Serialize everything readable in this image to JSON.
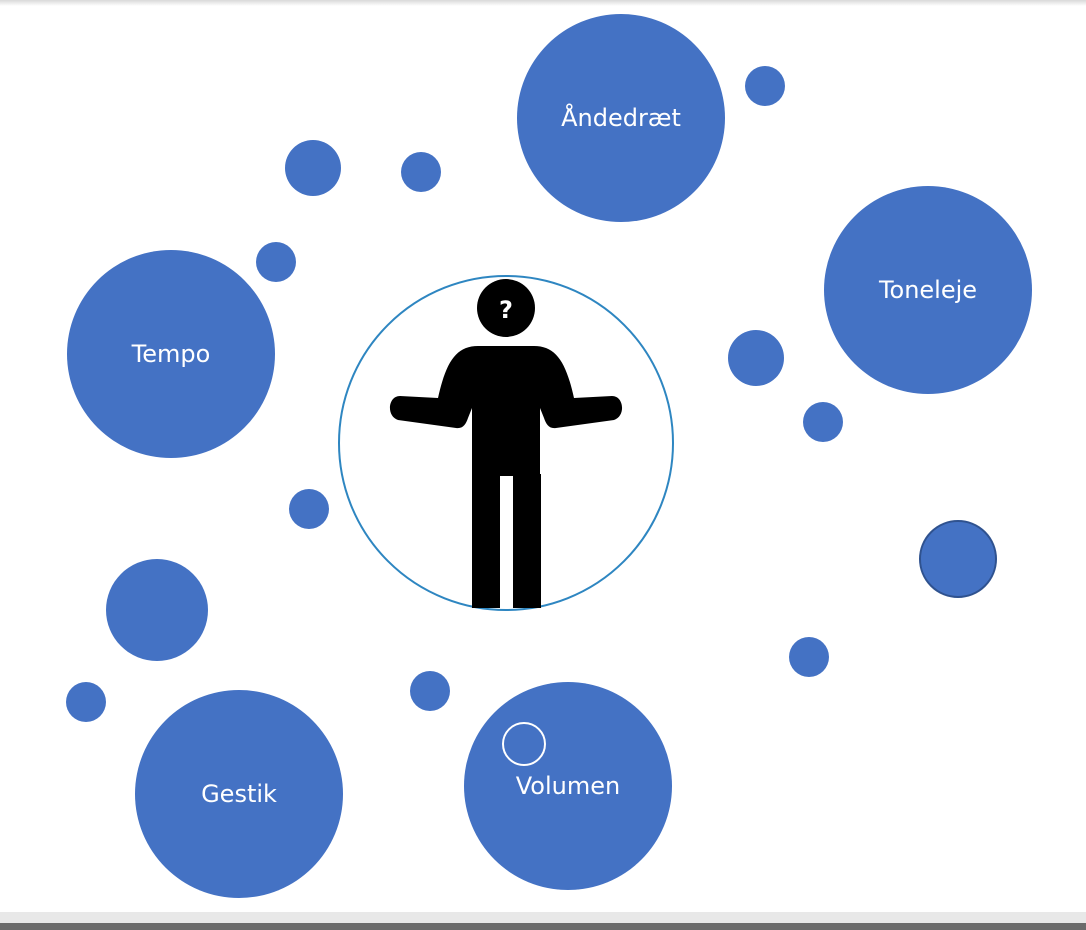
{
  "colors": {
    "bubble_fill": "#4472c4",
    "bubble_outline": "#2f528f",
    "center_ring": "#2e86c1",
    "figure": "#000000",
    "label": "#ffffff"
  },
  "center": {
    "icon": "person-shrugging-question-icon",
    "question_mark": "?"
  },
  "bubbles": {
    "andedraet": "Åndedræt",
    "toneleje": "Toneleje",
    "tempo": "Tempo",
    "gestik": "Gestik",
    "volumen": "Volumen"
  }
}
